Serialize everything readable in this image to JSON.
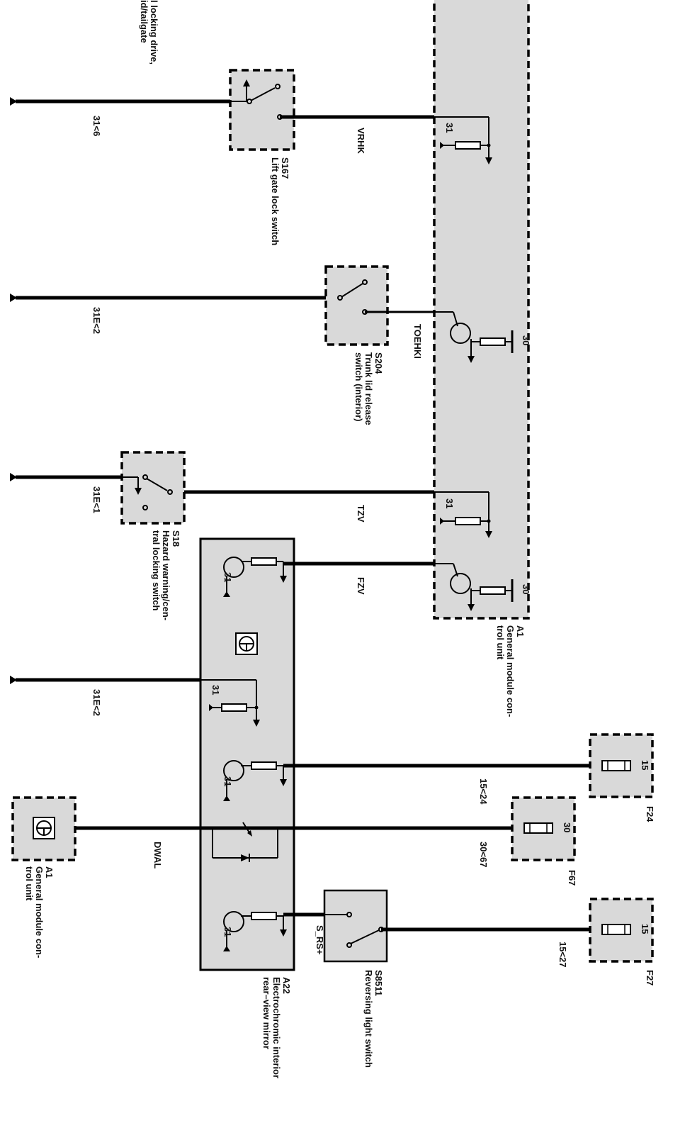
{
  "top_caption": [
    "l locking drive,",
    "id/tailgate"
  ],
  "components": {
    "s167": {
      "id": "S167",
      "desc": "Lift gate lock switch"
    },
    "s204": {
      "id": "S204",
      "desc": [
        "Trunk lid release",
        "switch (interior)"
      ]
    },
    "s18": {
      "id": "S18",
      "desc": [
        "Hazard warning/cen-",
        "tral locking switch"
      ]
    },
    "a1_right": {
      "id": "A1",
      "desc": [
        "General module con-",
        "trol unit"
      ]
    },
    "a1_left": {
      "id": "A1",
      "desc": [
        "General module con-",
        "trol unit"
      ]
    },
    "a22": {
      "id": "A22",
      "desc": [
        "Electrochromic interior",
        "rear–view mirror"
      ]
    },
    "s8511": {
      "id": "S8511",
      "desc": "Reversing light switch"
    },
    "f24": {
      "id": "F24",
      "pin": "15"
    },
    "f67": {
      "id": "F67",
      "pin": "30"
    },
    "f27": {
      "id": "F27",
      "pin": "15"
    }
  },
  "wires": {
    "w1_ground": "31<6",
    "w1_signal": "VRHK",
    "w2_ground": "31E<2",
    "w2_signal": "TOEHKI",
    "w3_ground": "31E<1",
    "w3_signal": "TZV",
    "w4_signal": "FZV",
    "w5_ground": "31E<2",
    "w6_fuse": "15<24",
    "w7_fuse": "30<67",
    "w7_signal": "DWAL",
    "w8_fuse": "15<27",
    "w8_signal": "S_RS+"
  },
  "pins": {
    "p31": "31",
    "p30": "30"
  }
}
